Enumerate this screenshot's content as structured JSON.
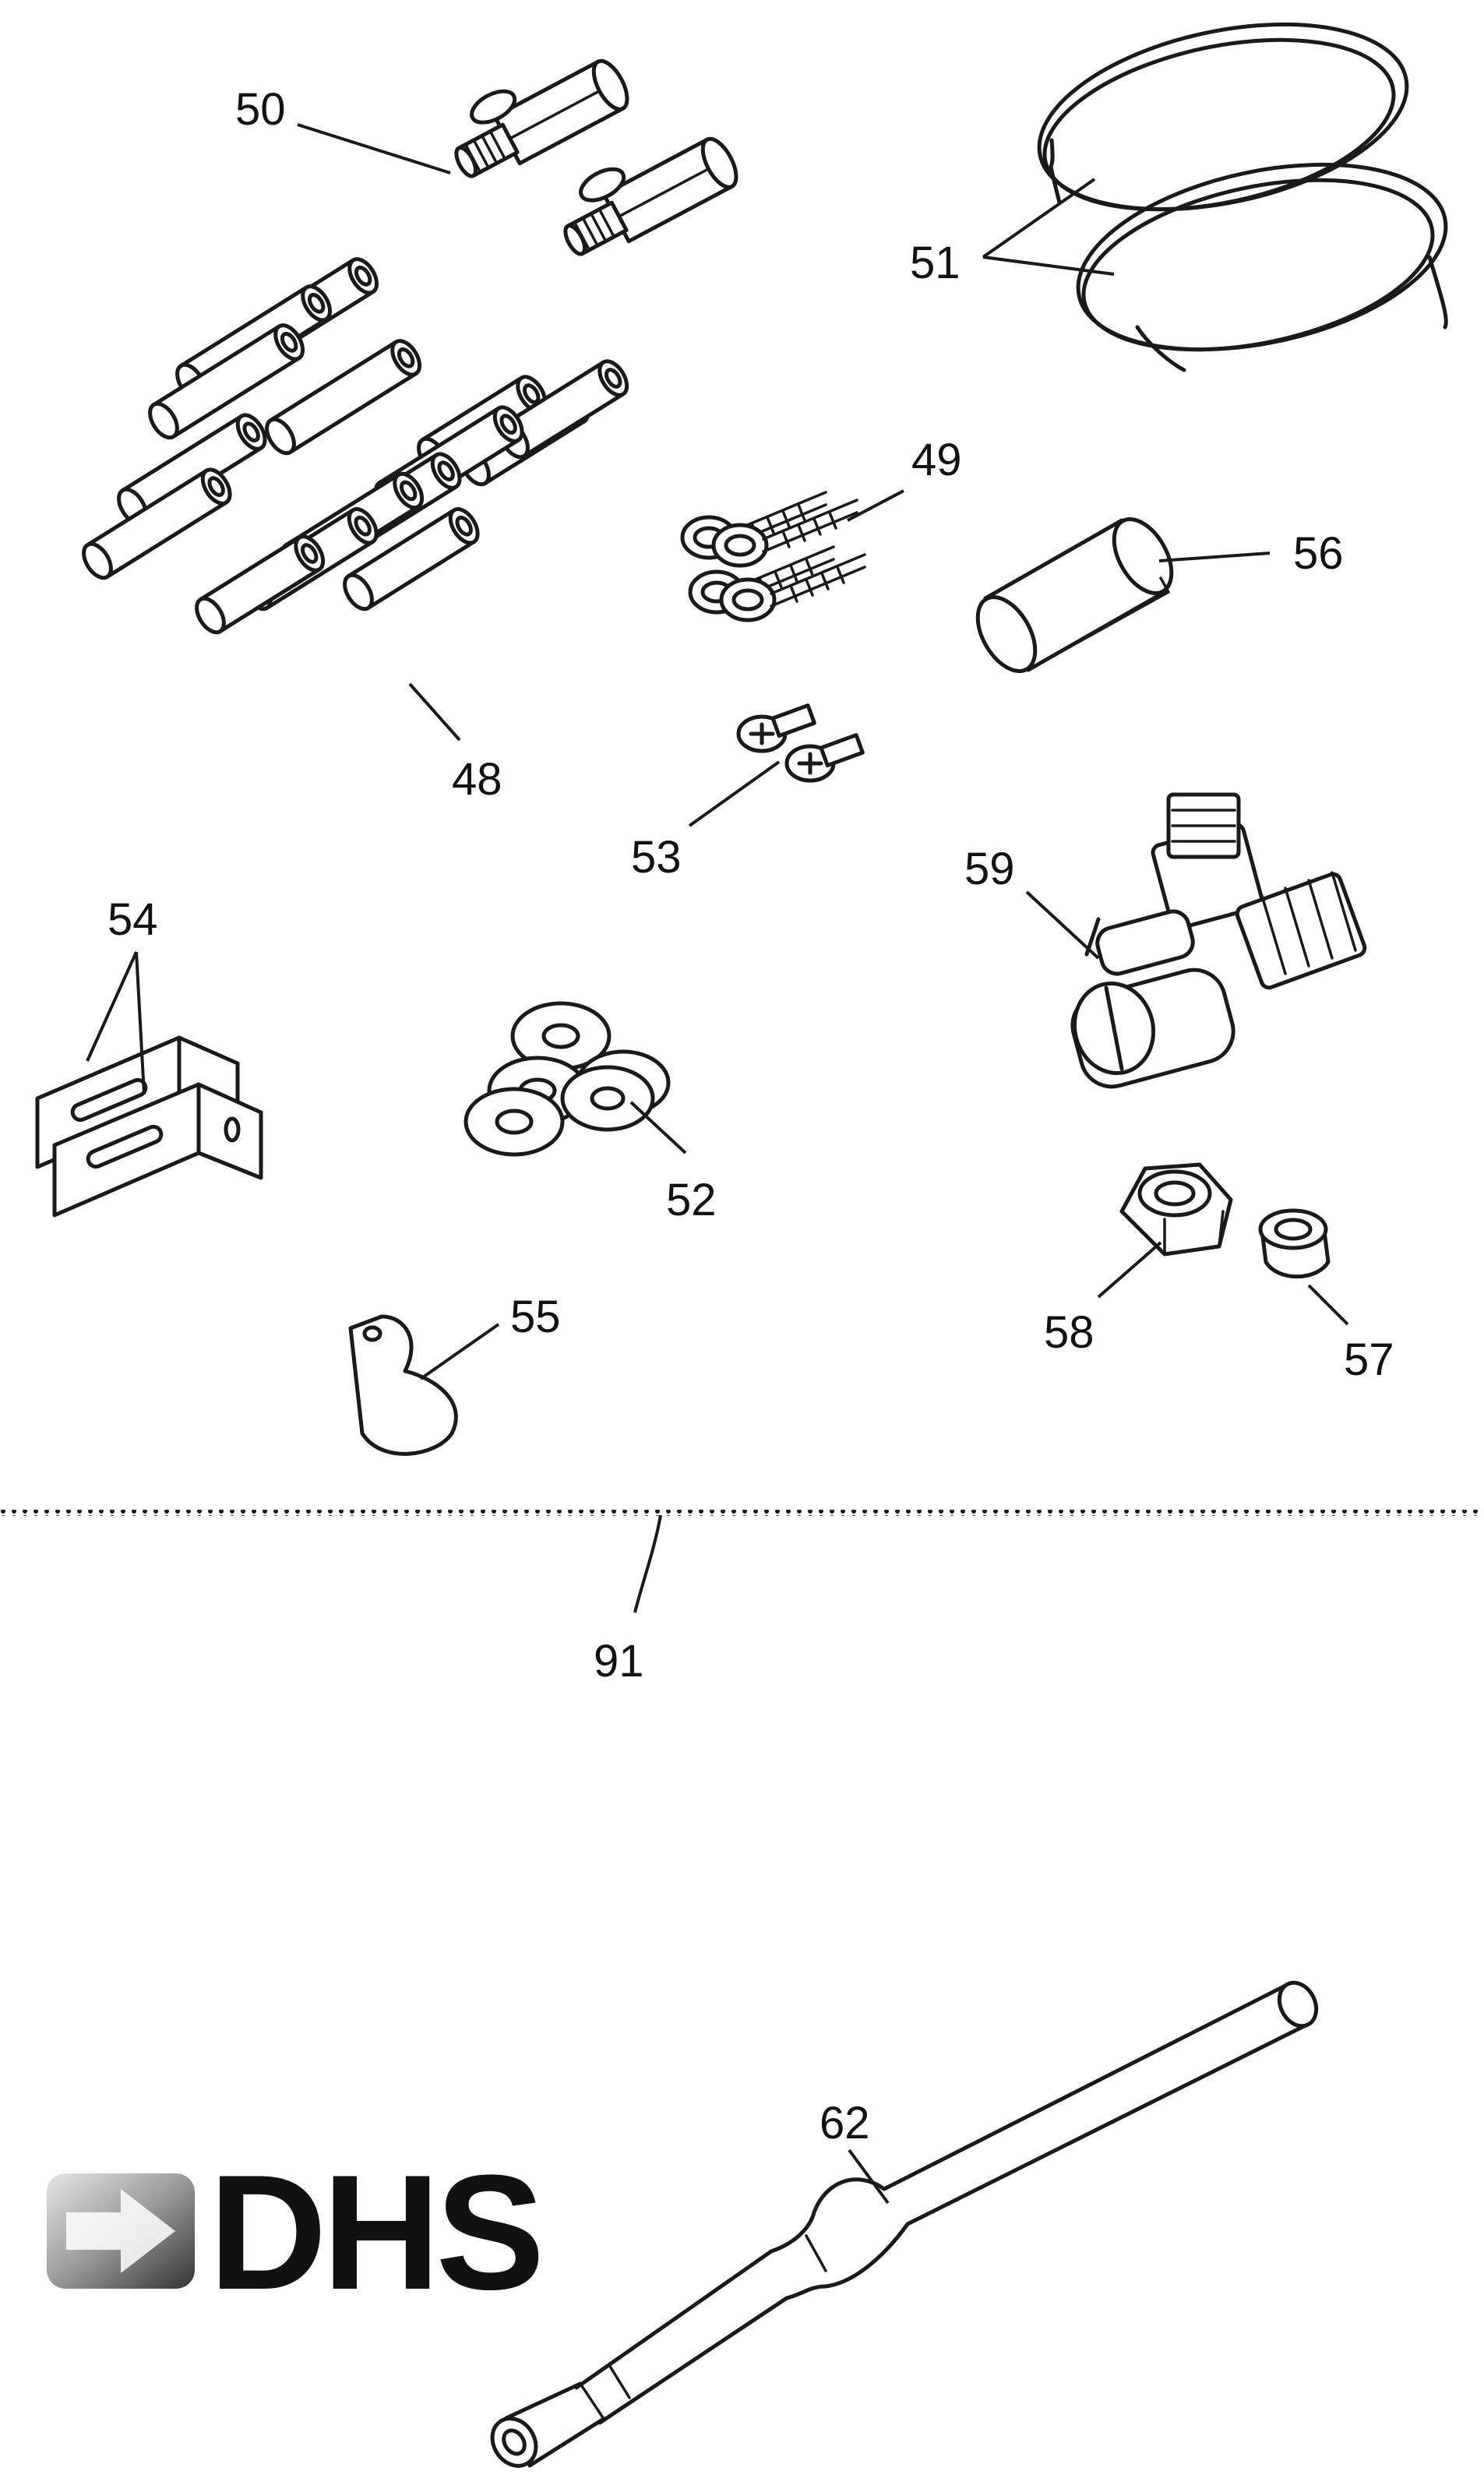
{
  "callouts": {
    "p48": "48",
    "p49": "49",
    "p50": "50",
    "p51": "51",
    "p52": "52",
    "p53": "53",
    "p54": "54",
    "p55": "55",
    "p56": "56",
    "p57": "57",
    "p58": "58",
    "p59": "59",
    "p62": "62",
    "p91": "91"
  },
  "logo": {
    "text": "DHS",
    "colors": {
      "text": "#111111",
      "badge_light": "#d9d9d9",
      "badge_dark": "#3a3a3a",
      "arrow": "#ffffff"
    }
  },
  "colors": {
    "background": "#ffffff",
    "line": "#1a1a1a"
  }
}
